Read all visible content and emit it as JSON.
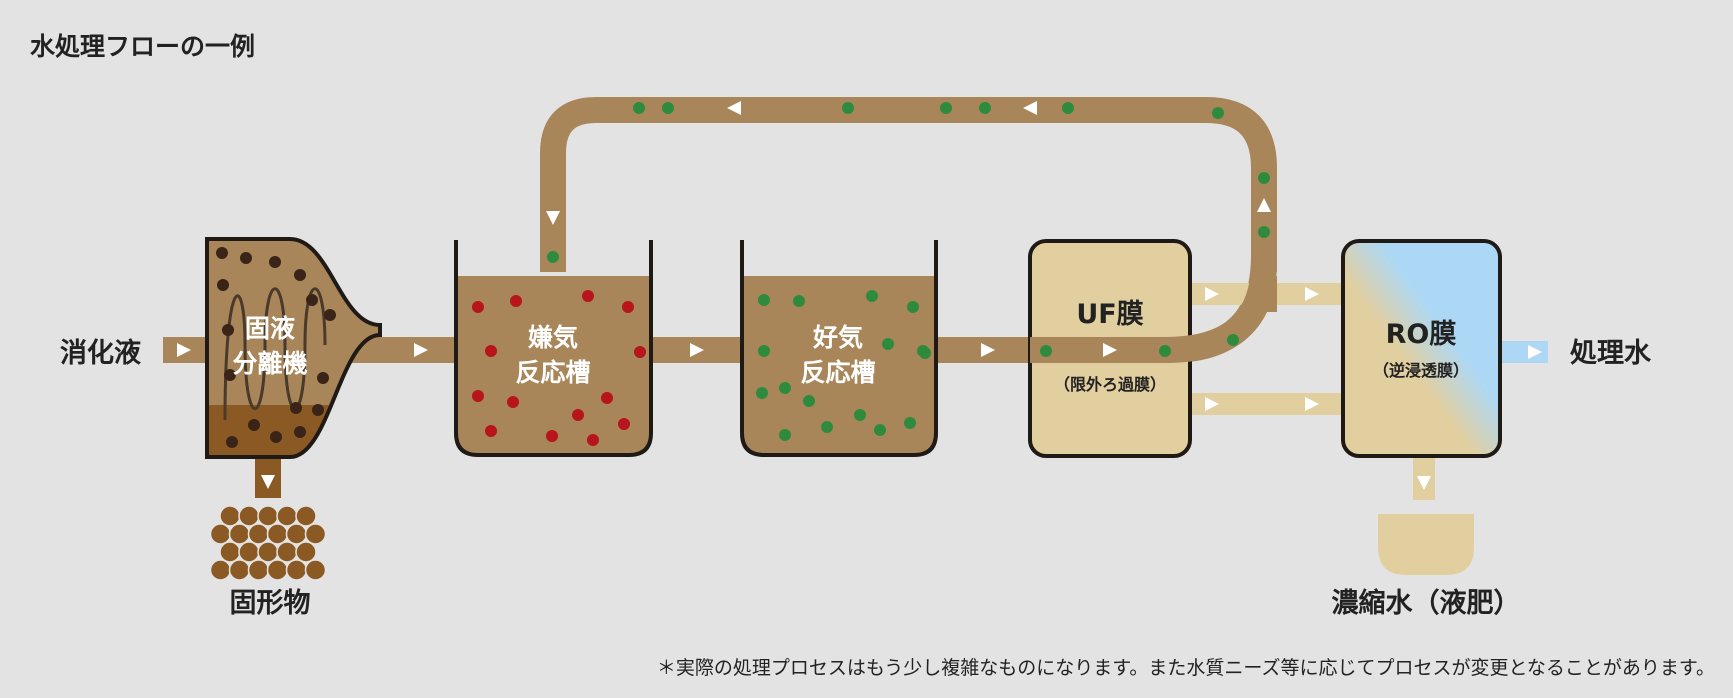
{
  "title": "水処理フローの一例",
  "input_label": "消化液",
  "separator": {
    "line1": "固液",
    "line2": "分離機",
    "solid_label": "固形物"
  },
  "anaerobic_tank": {
    "line1": "嫌気",
    "line2": "反応槽"
  },
  "aerobic_tank": {
    "line1": "好気",
    "line2": "反応槽"
  },
  "uf_membrane": {
    "label": "UF膜",
    "sublabel": "（限外ろ過膜）"
  },
  "ro_membrane": {
    "label": "RO膜",
    "sublabel": "（逆浸透膜）"
  },
  "output_label": "処理水",
  "concentrate_label": "濃縮水（液肥）",
  "footnote": "＊実際の処理プロセスはもう少し複雑なものになります。また水質ニーズ等に応じてプロセスが変更となることがあります。",
  "colors": {
    "background": "#e3e3e3",
    "pipe": "#a8865a",
    "separator_fill": "#a8865a",
    "sludge": "#8b5a24",
    "tank_fill": "#a8865a",
    "uf_fill": "#e2cfa0",
    "ro_fill": "#e2cfa0",
    "ro_blue": "#add8f5",
    "clear_pipe": "#e2cfa0",
    "permeate_pipe": "#add8f5",
    "anaerobic_bacteria": "#b8141c",
    "aerobic_bacteria": "#2e8b3e",
    "solid_particle": "#3a2418",
    "arrow": "#ffffff",
    "tank_border": "#1f1a16",
    "text_dark": "#222222",
    "text_light": "#ffffff"
  }
}
